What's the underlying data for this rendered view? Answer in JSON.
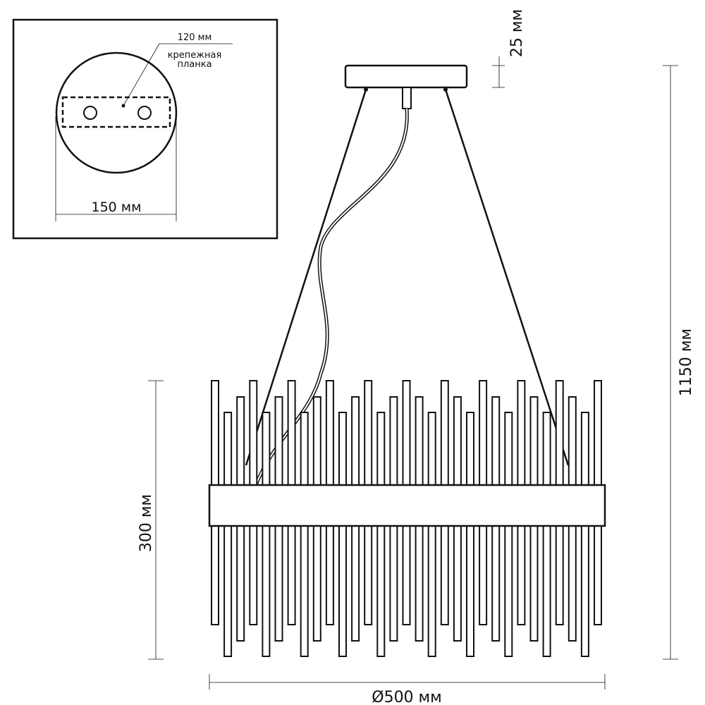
{
  "inset": {
    "plate_width_label": "120 мм",
    "plate_name_line1": "крепежная",
    "plate_name_line2": "планка",
    "canopy_diameter_label": "150 мм"
  },
  "dimensions": {
    "canopy_height": "25 мм",
    "total_height": "1150 мм",
    "body_height": "300 мм",
    "diameter": "Ø500 мм"
  }
}
